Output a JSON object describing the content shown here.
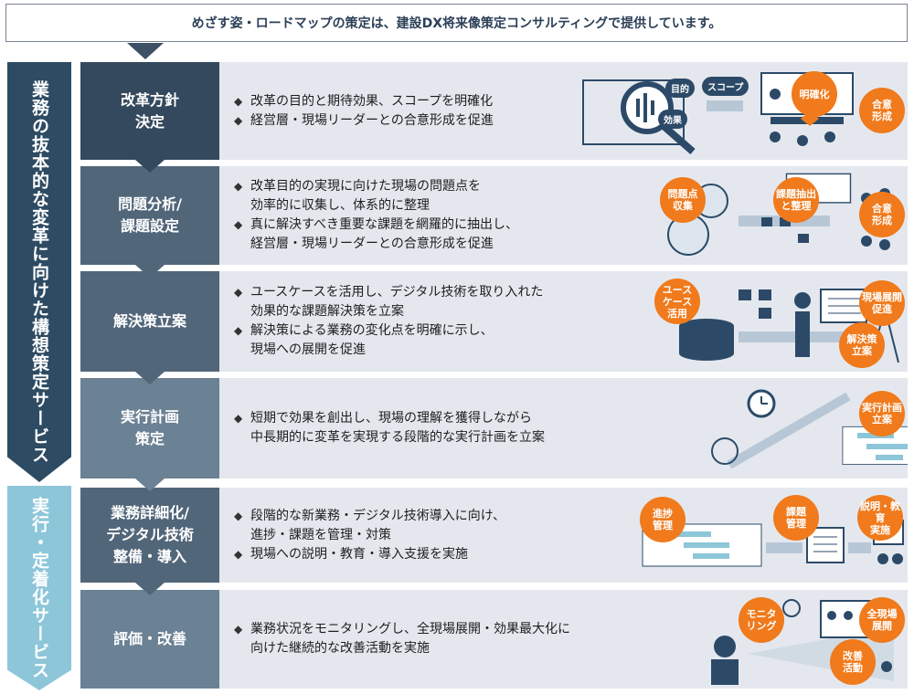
{
  "banner": "めざす姿・ロードマップの策定は、建設DX将来像策定コンサルティングで提供しています。",
  "bands": {
    "top": "業務の抜本的な変革に向けた構想策定サービス",
    "bottom": "実行・定着化サービス"
  },
  "colors": {
    "step_dark": "#34495e",
    "step_mid": "#52667a",
    "step_light": "#6b8194",
    "band_top": "#2d4b63",
    "band_bottom": "#8dc6d9",
    "accent": "#f07a1c"
  },
  "rows": [
    {
      "step": "改革方針\n決定",
      "bullets": [
        "改革の目的と期待効果、スコープを明確化",
        "経営層・現場リーダーとの合意形成を促進"
      ],
      "tags": [
        "目的",
        "スコープ",
        "効果"
      ],
      "badges": [
        "明確化",
        "合意\n形成"
      ]
    },
    {
      "step": "問題分析/\n課題設定",
      "bullets": [
        "改革目的の実現に向けた現場の問題点を\n効率的に収集し、体系的に整理",
        "真に解決すべき重要な課題を網羅的に抽出し、\n経営層・現場リーダーとの合意形成を促進"
      ],
      "badges": [
        "問題点\n収集",
        "課題抽出\nと整理",
        "合意\n形成"
      ]
    },
    {
      "step": "解決策立案",
      "bullets": [
        "ユースケースを活用し、デジタル技術を取り入れた\n効果的な課題解決策を立案",
        "解決策による業務の変化点を明確に示し、\n現場への展開を促進"
      ],
      "badges": [
        "ユース\nケース\n活用",
        "解決策\n立案",
        "現場展開\n促進"
      ]
    },
    {
      "step": "実行計画\n策定",
      "bullets": [
        "短期で効果を創出し、現場の理解を獲得しながら\n中長期的に変革を実現する段階的な実行計画を立案"
      ],
      "badges": [
        "実行計画\n立案"
      ]
    },
    {
      "step": "業務詳細化/\nデジタル技術\n整備・導入",
      "bullets": [
        "段階的な新業務・デジタル技術導入に向け、\n進捗・課題を管理・対策",
        "現場への説明・教育・導入支援を実施"
      ],
      "badges": [
        "進捗\n管理",
        "課題\n管理",
        "説明・教育\n実施"
      ]
    },
    {
      "step": "評価・改善",
      "bullets": [
        "業務状況をモニタリングし、全現場展開・効果最大化に\n向けた継続的な改善活動を実施"
      ],
      "badges": [
        "モニタ\nリング",
        "改善\n活動",
        "全現場\n展開"
      ]
    }
  ]
}
